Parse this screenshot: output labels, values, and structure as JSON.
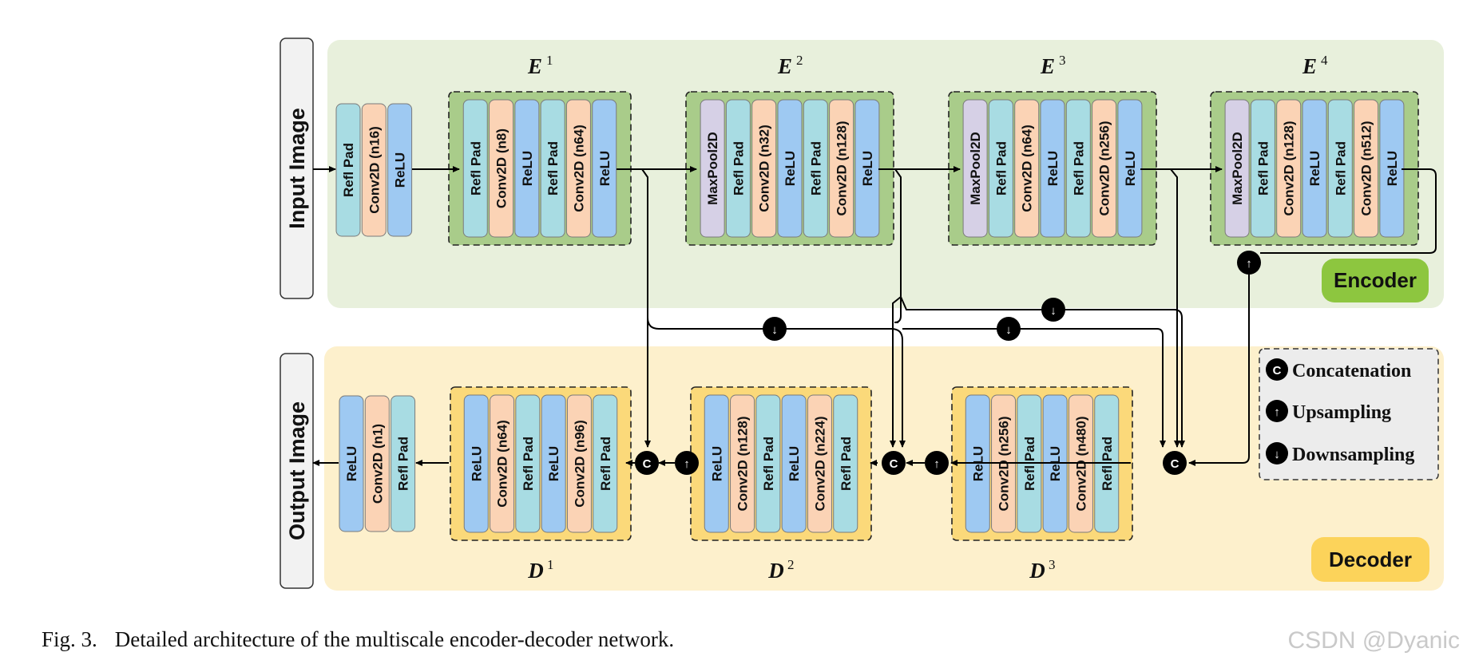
{
  "side_labels": {
    "input": "Input Image",
    "output": "Output Image"
  },
  "badges": {
    "encoder": "Encoder",
    "decoder": "Decoder"
  },
  "encoder_stem": [
    "Refl Pad",
    "Conv2D (n16)",
    "ReLU"
  ],
  "encoder_blocks": [
    {
      "title": "E",
      "sup": "1",
      "layers": [
        "Refl Pad",
        "Conv2D (n8)",
        "ReLU",
        "Refl Pad",
        "Conv2D (n64)",
        "ReLU"
      ]
    },
    {
      "title": "E",
      "sup": "2",
      "layers": [
        "MaxPool2D",
        "Refl Pad",
        "Conv2D (n32)",
        "ReLU",
        "Refl Pad",
        "Conv2D (n128)",
        "ReLU"
      ]
    },
    {
      "title": "E",
      "sup": "3",
      "layers": [
        "MaxPool2D",
        "Refl Pad",
        "Conv2D (n64)",
        "ReLU",
        "Refl Pad",
        "Conv2D (n256)",
        "ReLU"
      ]
    },
    {
      "title": "E",
      "sup": "4",
      "layers": [
        "MaxPool2D",
        "Refl Pad",
        "Conv2D (n128)",
        "ReLU",
        "Refl Pad",
        "Conv2D (n512)",
        "ReLU"
      ]
    }
  ],
  "decoder_blocks": [
    {
      "title": "D",
      "sup": "1",
      "layers": [
        "ReLU",
        "Conv2D (n64)",
        "Refl Pad",
        "ReLU",
        "Conv2D (n96)",
        "Refl Pad"
      ]
    },
    {
      "title": "D",
      "sup": "2",
      "layers": [
        "ReLU",
        "Conv2D (n128)",
        "Refl Pad",
        "ReLU",
        "Conv2D (n224)",
        "Refl Pad"
      ]
    },
    {
      "title": "D",
      "sup": "3",
      "layers": [
        "ReLU",
        "Conv2D (n256)",
        "Refl Pad",
        "ReLU",
        "Conv2D (n480)",
        "Refl Pad"
      ]
    }
  ],
  "decoder_head": [
    "ReLU",
    "Conv2D (n1)",
    "Refl Pad"
  ],
  "legend": [
    {
      "symbol": "C",
      "label": "Concatenation"
    },
    {
      "symbol": "↑",
      "label": "Upsampling"
    },
    {
      "symbol": "↓",
      "label": "Downsampling"
    }
  ],
  "caption": {
    "fig": "Fig. 3.",
    "text": "Detailed architecture of the multiscale encoder-decoder network."
  },
  "watermark": "CSDN @Dyanic",
  "colors": {
    "encoder_bg": "#e8f0dc",
    "decoder_bg": "#fdf0cc",
    "encoder_block": "#a9cc8a",
    "decoder_block": "#fbd97a",
    "encoder_badge": "#8dc63f",
    "decoder_badge": "#fcd35a",
    "refl_pad": "#a8dce3",
    "conv2d": "#fbd3b5",
    "relu": "#9ec9f2",
    "maxpool": "#d6d0e6"
  }
}
